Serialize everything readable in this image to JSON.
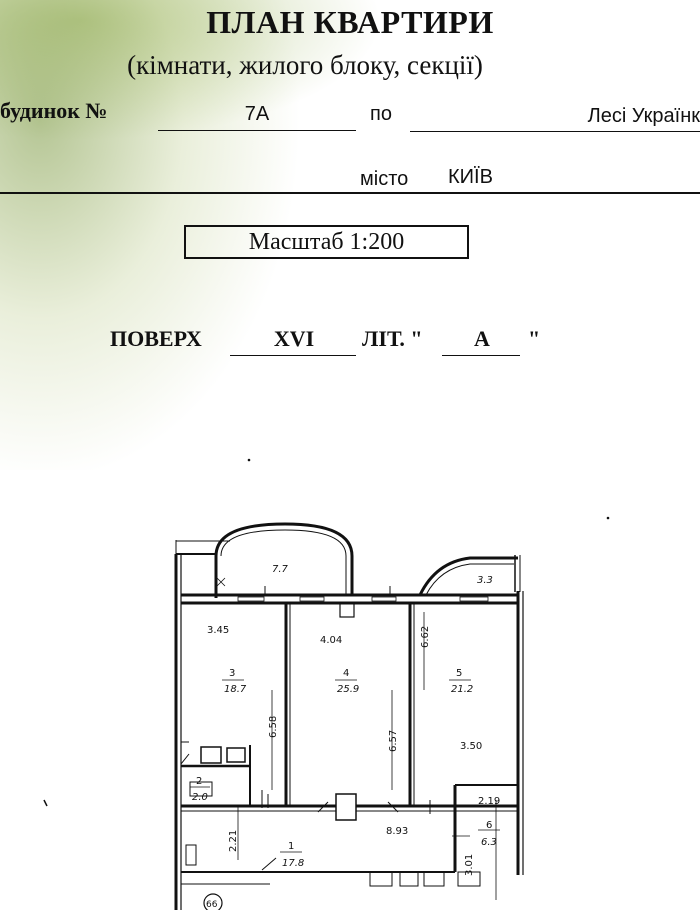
{
  "header": {
    "title": "ПЛАН КВАРТИРИ",
    "subtitle": "(кімнати, жилого блоку, секції)",
    "house_label": "будинок №",
    "house_number": "7А",
    "street_prep": "по",
    "street": "Лесі Українк",
    "city_label": "місто",
    "city": "КИЇВ"
  },
  "scale": "Масштаб 1:200",
  "floor": {
    "label": "ПОВЕРХ",
    "value": "XVI",
    "lit_label": "ЛІТ. \"",
    "lit_value": "А",
    "lit_close": "\""
  },
  "plan": {
    "balconies": [
      {
        "id": "b1",
        "area": "7.7"
      },
      {
        "id": "b2",
        "area": "3.3"
      }
    ],
    "rooms": [
      {
        "number": "1",
        "area": "17.8"
      },
      {
        "number": "2",
        "area": "2.0"
      },
      {
        "number": "3",
        "area": "18.7"
      },
      {
        "number": "4",
        "area": "25.9"
      },
      {
        "number": "5",
        "area": "21.2"
      },
      {
        "number": "6",
        "area": "6.3"
      }
    ],
    "dimensions": {
      "room3_width": "3.45",
      "room3_length": "6.58",
      "room4_width": "4.04",
      "room4_length": "6.57",
      "room5_length": "6.62",
      "room5_width": "3.50",
      "room6_width": "2.19",
      "room6_length": "3.01",
      "room1_width": "2.21",
      "room1_length": "8.93"
    },
    "axis_marker": "66"
  }
}
